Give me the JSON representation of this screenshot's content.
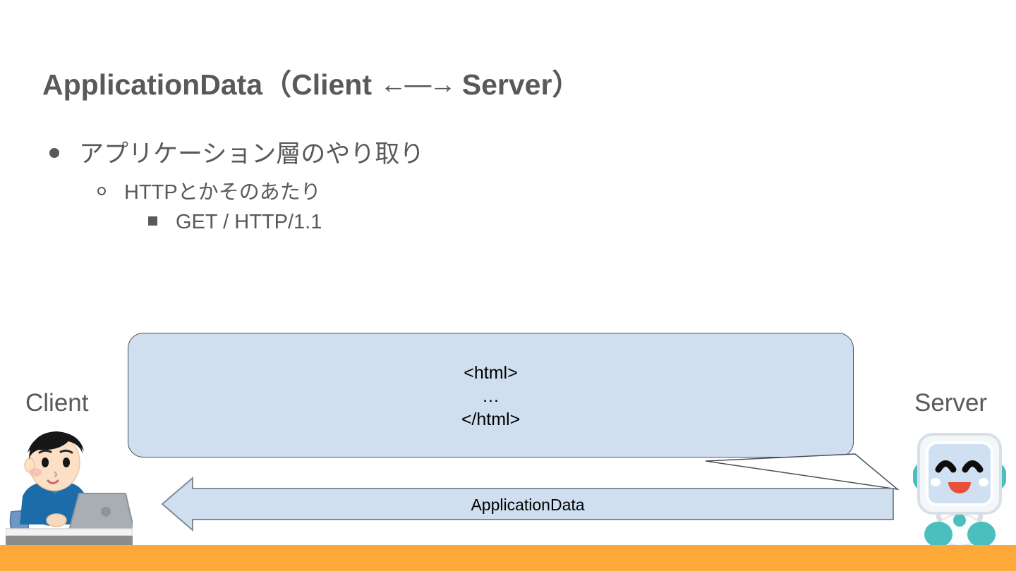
{
  "slide": {
    "title_main": "ApplicationData（Client ",
    "title_arrow": "←—→",
    "title_tail": " Server）",
    "title_full": "ApplicationData（Client ←→ Server）"
  },
  "bullets": {
    "level1": "アプリケーション層のやり取り",
    "level2": "HTTPとかそのあたり",
    "level3": "GET / HTTP/1.1"
  },
  "diagram": {
    "client_label": "Client",
    "server_label": "Server",
    "bubble": {
      "line1": "<html>",
      "line2": "…",
      "line3": "</html>"
    },
    "arrow": {
      "label": "ApplicationData",
      "direction": "left"
    }
  },
  "colors": {
    "text_gray": "#595959",
    "bubble_fill": "#cfdff0",
    "bubble_stroke": "#4a4f57",
    "arrow_fill": "#cfdff0",
    "arrow_stroke": "#7f8c99",
    "footer_band": "#fca93a",
    "robot_teal": "#4bbfbf",
    "robot_mouth": "#e8503a",
    "client_shirt": "#1b6ca8"
  }
}
